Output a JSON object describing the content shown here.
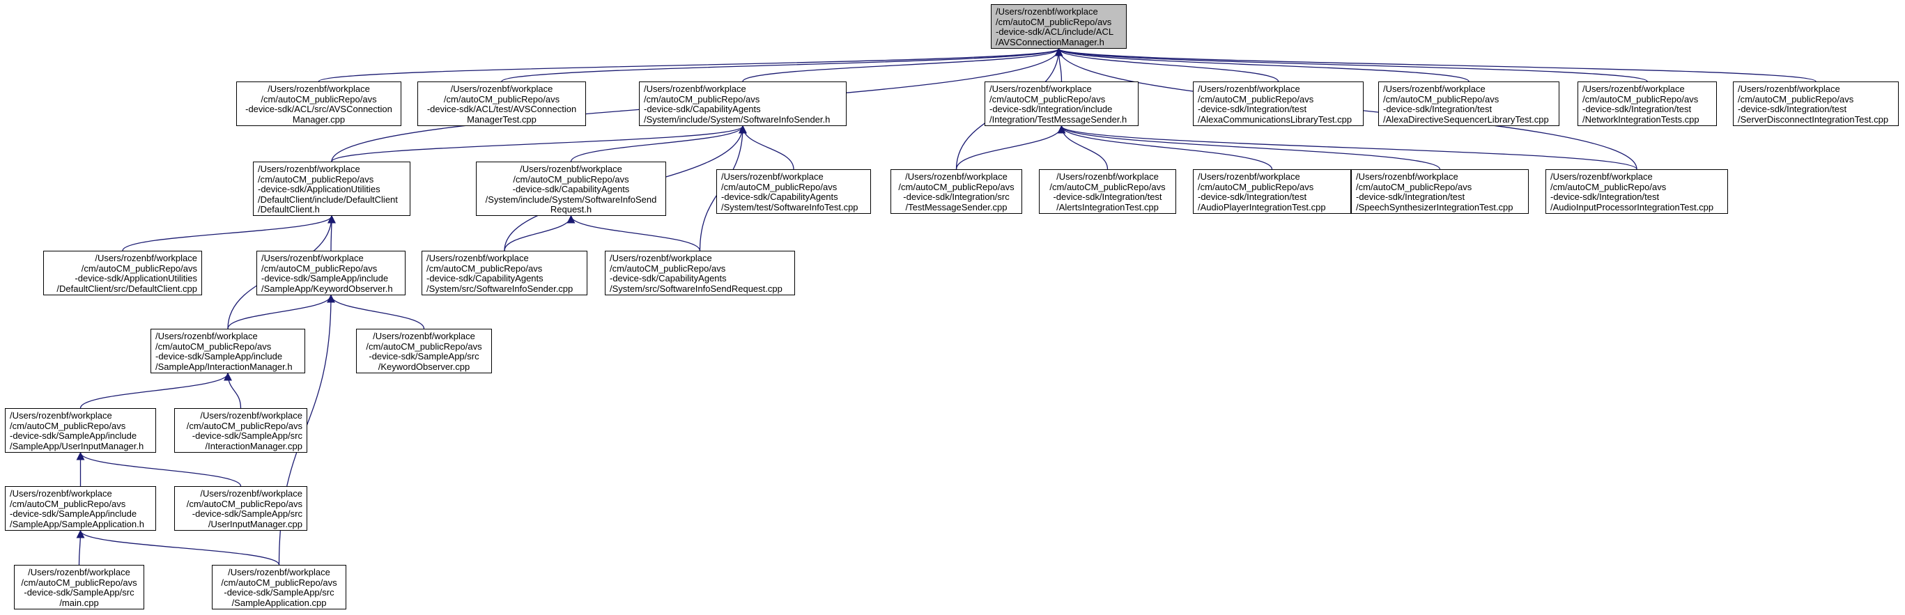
{
  "nodes": [
    {
      "id": "n0",
      "lines": [
        "/Users/rozenbf/workplace",
        "/cm/autoCM_publicRepo/avs",
        "-device-sdk/ACL/include/ACL",
        "/AVSConnectionManager.h"
      ],
      "align": "left",
      "root": true
    },
    {
      "id": "n1",
      "lines": [
        "/Users/rozenbf/workplace",
        "/cm/autoCM_publicRepo/avs",
        "-device-sdk/ACL/src/AVSConnection",
        "Manager.cpp"
      ],
      "align": "center"
    },
    {
      "id": "n2",
      "lines": [
        "/Users/rozenbf/workplace",
        "/cm/autoCM_publicRepo/avs",
        "-device-sdk/ACL/test/AVSConnection",
        "ManagerTest.cpp"
      ],
      "align": "center"
    },
    {
      "id": "n3",
      "lines": [
        "/Users/rozenbf/workplace",
        "/cm/autoCM_publicRepo/avs",
        "-device-sdk/CapabilityAgents",
        "/System/include/System/SoftwareInfoSender.h"
      ],
      "align": "left"
    },
    {
      "id": "n4",
      "lines": [
        "/Users/rozenbf/workplace",
        "/cm/autoCM_publicRepo/avs",
        "-device-sdk/Integration/include",
        "/Integration/TestMessageSender.h"
      ],
      "align": "left"
    },
    {
      "id": "n5",
      "lines": [
        "/Users/rozenbf/workplace",
        "/cm/autoCM_publicRepo/avs",
        "-device-sdk/Integration/test",
        "/AlexaCommunicationsLibraryTest.cpp"
      ],
      "align": "left"
    },
    {
      "id": "n6",
      "lines": [
        "/Users/rozenbf/workplace",
        "/cm/autoCM_publicRepo/avs",
        "-device-sdk/Integration/test",
        "/AlexaDirectiveSequencerLibraryTest.cpp"
      ],
      "align": "left"
    },
    {
      "id": "n7",
      "lines": [
        "/Users/rozenbf/workplace",
        "/cm/autoCM_publicRepo/avs",
        "-device-sdk/Integration/test",
        "/NetworkIntegrationTests.cpp"
      ],
      "align": "left"
    },
    {
      "id": "n8",
      "lines": [
        "/Users/rozenbf/workplace",
        "/cm/autoCM_publicRepo/avs",
        "-device-sdk/Integration/test",
        "/ServerDisconnectIntegrationTest.cpp"
      ],
      "align": "left"
    },
    {
      "id": "n9",
      "lines": [
        "/Users/rozenbf/workplace",
        "/cm/autoCM_publicRepo/avs",
        "-device-sdk/ApplicationUtilities",
        "/DefaultClient/include/DefaultClient",
        "/DefaultClient.h"
      ],
      "align": "left"
    },
    {
      "id": "n10",
      "lines": [
        "/Users/rozenbf/workplace",
        "/cm/autoCM_publicRepo/avs",
        "-device-sdk/CapabilityAgents",
        "/System/include/System/SoftwareInfoSend",
        "Request.h"
      ],
      "align": "center"
    },
    {
      "id": "n11",
      "lines": [
        "/Users/rozenbf/workplace",
        "/cm/autoCM_publicRepo/avs",
        "-device-sdk/CapabilityAgents",
        "/System/test/SoftwareInfoTest.cpp"
      ],
      "align": "left"
    },
    {
      "id": "n12",
      "lines": [
        "/Users/rozenbf/workplace",
        "/cm/autoCM_publicRepo/avs",
        "-device-sdk/Integration/src",
        "/TestMessageSender.cpp"
      ],
      "align": "center"
    },
    {
      "id": "n13",
      "lines": [
        "/Users/rozenbf/workplace",
        "/cm/autoCM_publicRepo/avs",
        "-device-sdk/Integration/test",
        "/AlertsIntegrationTest.cpp"
      ],
      "align": "center"
    },
    {
      "id": "n14",
      "lines": [
        "/Users/rozenbf/workplace",
        "/cm/autoCM_publicRepo/avs",
        "-device-sdk/Integration/test",
        "/AudioPlayerIntegrationTest.cpp"
      ],
      "align": "left"
    },
    {
      "id": "n15",
      "lines": [
        "/Users/rozenbf/workplace",
        "/cm/autoCM_publicRepo/avs",
        "-device-sdk/Integration/test",
        "/SpeechSynthesizerIntegrationTest.cpp"
      ],
      "align": "left"
    },
    {
      "id": "n16",
      "lines": [
        "/Users/rozenbf/workplace",
        "/cm/autoCM_publicRepo/avs",
        "-device-sdk/Integration/test",
        "/AudioInputProcessorIntegrationTest.cpp"
      ],
      "align": "left"
    },
    {
      "id": "n17",
      "lines": [
        "/Users/rozenbf/workplace",
        "/cm/autoCM_publicRepo/avs",
        "-device-sdk/ApplicationUtilities",
        "/DefaultClient/src/DefaultClient.cpp"
      ],
      "align": "right"
    },
    {
      "id": "n18",
      "lines": [
        "/Users/rozenbf/workplace",
        "/cm/autoCM_publicRepo/avs",
        "-device-sdk/SampleApp/include",
        "/SampleApp/KeywordObserver.h"
      ],
      "align": "left"
    },
    {
      "id": "n19",
      "lines": [
        "/Users/rozenbf/workplace",
        "/cm/autoCM_publicRepo/avs",
        "-device-sdk/CapabilityAgents",
        "/System/src/SoftwareInfoSender.cpp"
      ],
      "align": "left"
    },
    {
      "id": "n20",
      "lines": [
        "/Users/rozenbf/workplace",
        "/cm/autoCM_publicRepo/avs",
        "-device-sdk/CapabilityAgents",
        "/System/src/SoftwareInfoSendRequest.cpp"
      ],
      "align": "left"
    },
    {
      "id": "n21",
      "lines": [
        "/Users/rozenbf/workplace",
        "/cm/autoCM_publicRepo/avs",
        "-device-sdk/SampleApp/include",
        "/SampleApp/InteractionManager.h"
      ],
      "align": "left"
    },
    {
      "id": "n22",
      "lines": [
        "/Users/rozenbf/workplace",
        "/cm/autoCM_publicRepo/avs",
        "-device-sdk/SampleApp/src",
        "/KeywordObserver.cpp"
      ],
      "align": "center"
    },
    {
      "id": "n23",
      "lines": [
        "/Users/rozenbf/workplace",
        "/cm/autoCM_publicRepo/avs",
        "-device-sdk/SampleApp/include",
        "/SampleApp/UserInputManager.h"
      ],
      "align": "left"
    },
    {
      "id": "n24",
      "lines": [
        "/Users/rozenbf/workplace",
        "/cm/autoCM_publicRepo/avs",
        "-device-sdk/SampleApp/src",
        "/InteractionManager.cpp"
      ],
      "align": "right"
    },
    {
      "id": "n25",
      "lines": [
        "/Users/rozenbf/workplace",
        "/cm/autoCM_publicRepo/avs",
        "-device-sdk/SampleApp/include",
        "/SampleApp/SampleApplication.h"
      ],
      "align": "left"
    },
    {
      "id": "n26",
      "lines": [
        "/Users/rozenbf/workplace",
        "/cm/autoCM_publicRepo/avs",
        "-device-sdk/SampleApp/src",
        "/UserInputManager.cpp"
      ],
      "align": "right"
    },
    {
      "id": "n27",
      "lines": [
        "/Users/rozenbf/workplace",
        "/cm/autoCM_publicRepo/avs",
        "-device-sdk/SampleApp/src",
        "/main.cpp"
      ],
      "align": "center"
    },
    {
      "id": "n28",
      "lines": [
        "/Users/rozenbf/workplace",
        "/cm/autoCM_publicRepo/avs",
        "-device-sdk/SampleApp/src",
        "/SampleApplication.cpp"
      ],
      "align": "center"
    }
  ],
  "edges": [
    [
      "n0",
      "n1"
    ],
    [
      "n0",
      "n2"
    ],
    [
      "n0",
      "n3"
    ],
    [
      "n0",
      "n4"
    ],
    [
      "n0",
      "n5"
    ],
    [
      "n0",
      "n6"
    ],
    [
      "n0",
      "n7"
    ],
    [
      "n0",
      "n8"
    ],
    [
      "n0",
      "n9"
    ],
    [
      "n0",
      "n12"
    ],
    [
      "n0",
      "n16"
    ],
    [
      "n3",
      "n9"
    ],
    [
      "n3",
      "n10"
    ],
    [
      "n3",
      "n11"
    ],
    [
      "n3",
      "n19"
    ],
    [
      "n3",
      "n20"
    ],
    [
      "n4",
      "n12"
    ],
    [
      "n4",
      "n13"
    ],
    [
      "n4",
      "n14"
    ],
    [
      "n4",
      "n15"
    ],
    [
      "n4",
      "n16"
    ],
    [
      "n9",
      "n17"
    ],
    [
      "n9",
      "n18"
    ],
    [
      "n9",
      "n21"
    ],
    [
      "n10",
      "n19"
    ],
    [
      "n10",
      "n20"
    ],
    [
      "n18",
      "n21"
    ],
    [
      "n18",
      "n22"
    ],
    [
      "n18",
      "n28"
    ],
    [
      "n21",
      "n23"
    ],
    [
      "n21",
      "n24"
    ],
    [
      "n23",
      "n25"
    ],
    [
      "n23",
      "n26"
    ],
    [
      "n25",
      "n27"
    ],
    [
      "n25",
      "n28"
    ]
  ],
  "style": {
    "edge_color": "#191970",
    "root_fill": "#bfbfbf",
    "border": "#000000"
  }
}
